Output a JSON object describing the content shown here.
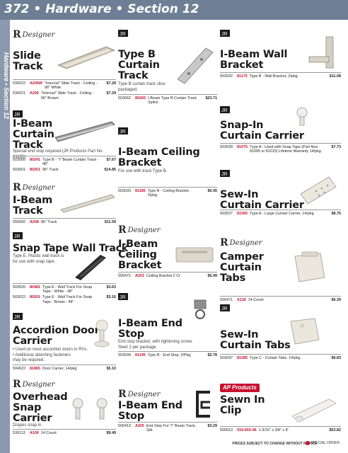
{
  "header": {
    "page_number": "372",
    "section_word": "Hardware",
    "section_label": "Section 12"
  },
  "sidetab": {
    "label": "Hardware • Section 12"
  },
  "brands": {
    "designer_r": "R",
    "designer_word": "Designer",
    "ap_products": "AP Products"
  },
  "products": {
    "slide_track": {
      "title_1": "Slide",
      "title_2": "Track",
      "rows": [
        {
          "sku": "530022",
          "code": "A206W",
          "name": "\"Internal\" Slide Track - Ceiling - 96\" White",
          "price": "$7.29"
        },
        {
          "sku": "530021",
          "code": "A206",
          "name": "\"Internal\" Slide Track - Ceiling - 96\" Brown",
          "price": "$7.29"
        }
      ]
    },
    "ibeam_curtain_track": {
      "title_1": "I-Beam",
      "title_2": "Curtain",
      "title_3": "Track",
      "desc": "Special end stop required (JR Products Part No. 81195)",
      "rows": [
        {
          "sku": "503000",
          "code": "80241",
          "name": "Type B - \"I\" Beam Curtain Track - 48\"",
          "price": "$7.67"
        },
        {
          "sku": "503001",
          "code": "80251",
          "name": "96\" Track",
          "price": "$14.85"
        }
      ]
    },
    "ibeam_track": {
      "title_1": "I-Beam",
      "title_2": "Track",
      "rows": [
        {
          "sku": "550042",
          "code": "A208",
          "name": "96\" Track",
          "price": "$11.59"
        }
      ]
    },
    "snap_tape": {
      "title": "Snap Tape Wall Track",
      "desc_1": "Type E. Plastic wall track is",
      "desc_2": "for use with snap tape.",
      "rows": [
        {
          "sku": "503020",
          "code": "80481",
          "name": "Type E - Wall Track For Snap Tape - White - 48\"",
          "price": "$3.63"
        },
        {
          "sku": "503022",
          "code": "80501",
          "name": "Type E - Wall Track For Snap Tape - Brown - 48\"",
          "price": "$3.16"
        }
      ]
    },
    "accordion_carrier": {
      "title_1": "Accordion Door",
      "title_2": "Carrier",
      "bullet_1": "• Used on most accordion doors in RVs.",
      "bullet_2": "• Additional attaching fasteners",
      "bullet_3": "may be required.",
      "rows": [
        {
          "sku": "504022",
          "code": "81865",
          "name": "Door Carrier, 14/pkg",
          "price": "$5.10"
        }
      ]
    },
    "overhead_snap": {
      "title_1": "Overhead",
      "title_2": "Snap",
      "title_3": "Carrier",
      "desc": "Drapes snap in.",
      "rows": [
        {
          "sku": "530113",
          "code": "A106",
          "name": "14 Count",
          "price": "$9.49"
        }
      ]
    },
    "type_b_curtain": {
      "title_1": "Type B",
      "title_2": "Curtain",
      "title_3": "Track",
      "desc_1": "Type B curtain track slice",
      "desc_2": "packaged.",
      "rows": [
        {
          "sku": "503062",
          "code": "80265",
          "name": "I-Beam Type B Curtain Track Splice",
          "price": "$23.71"
        }
      ]
    },
    "ibeam_ceiling_bracket": {
      "title_1": "I-Beam Ceiling",
      "title_2": "Bracket",
      "desc": "For use with track Type B.",
      "rows": [
        {
          "sku": "503033",
          "code": "81185",
          "name": "Type B - Ceiling Bracket, 2/pkg.",
          "price": "$5.45"
        }
      ]
    },
    "ibeam_ceiling_bracket_2": {
      "title_1": "I-Beam",
      "title_2": "Ceiling",
      "title_3": "Bracket",
      "rows": [
        {
          "sku": "500472",
          "code": "A203",
          "name": "Ceiling Bracket 2 Ct.",
          "price": "$5.49"
        }
      ]
    },
    "ibeam_end_stop": {
      "title_1": "I-Beam End",
      "title_2": "Stop",
      "desc_1": "End stop bracket, with tightening screw.",
      "desc_2": "Steel 2 per package.",
      "rows": [
        {
          "sku": "503034",
          "code": "81195",
          "name": "Type B - End Stop, 2/Pkg.",
          "price": "$2.78"
        }
      ]
    },
    "ibeam_end_stop_2": {
      "title_1": "I-Beam End",
      "title_2": "Stop",
      "rows": [
        {
          "sku": "500413",
          "code": "A205",
          "name": "End Stop For \"I\" Beam Track, 2pk",
          "price": "$3.29"
        }
      ]
    },
    "ibeam_wall_bracket": {
      "title_1": "I-Beam Wall",
      "title_2": "Bracket",
      "rows": [
        {
          "sku": "503032",
          "code": "81175",
          "name": "Type B - Wall Bracket, 2/pkg.",
          "price": "$11.58"
        }
      ]
    },
    "snap_in_curtain_carrier": {
      "title_1": "Snap-In",
      "title_2": "Curtain Carrier",
      "rows": [
        {
          "sku": "503028",
          "code": "81075",
          "name": "Type A - Used with Snap Tape (Part Nos. 81005 or 81015) Lifetime Warranty 14/pkg.",
          "price": "$7.73"
        }
      ]
    },
    "sew_in_curtain_carrier": {
      "title_1": "Sew-In",
      "title_2": "Curtain Carrier",
      "rows": [
        {
          "sku": "503027",
          "code": "81065",
          "name": "Type A - Large Curtain Carrier, 14/pkg.",
          "price": "$8.75"
        }
      ]
    },
    "camper_curtain_tabs": {
      "title_1": "Camper",
      "title_2": "Curtain",
      "title_3": "Tabs",
      "rows": [
        {
          "sku": "500471",
          "code": "A118",
          "name": "14-Count",
          "price": "$6.39"
        }
      ]
    },
    "sew_in_curtain_tabs": {
      "title_1": "Sew-In",
      "title_2": "Curtain Tabs",
      "rows": [
        {
          "sku": "503037",
          "code": "81285",
          "name": "Type C - Curtain Tabs, 14/pkg.",
          "price": "$6.83"
        }
      ]
    },
    "sewn_in_clip": {
      "title_1": "Sewn In",
      "title_2": "Clip",
      "rows": [
        {
          "sku": "500913",
          "code": "018-655-96",
          "name": "1-3/16\" x 3/8\" x 8'",
          "price": "$53.82"
        }
      ]
    }
  },
  "footer": {
    "notice": "PRICES SUBJECT TO CHANGE WITHOUT NOTICE",
    "special": "SPECIAL ORDER"
  },
  "colors": {
    "header_bg": "#6e7f95",
    "sku_code": "#c8102e",
    "sidetab_bg": "#8a99ad"
  }
}
